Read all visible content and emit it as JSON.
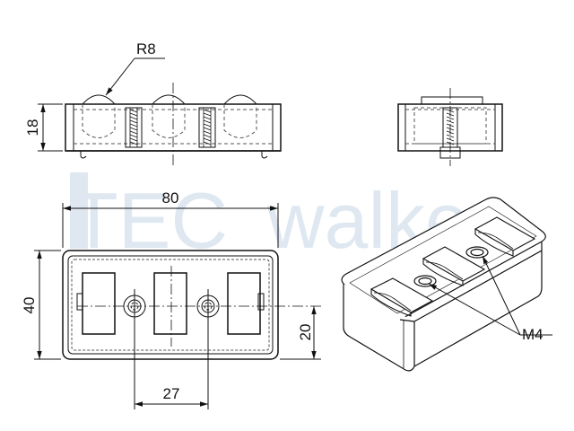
{
  "watermark": {
    "prefix": "TEC",
    "suffix": "walker",
    "color": "#dfe8f1"
  },
  "dimensions": {
    "radius": "R8",
    "height": "18",
    "length": "80",
    "width": "40",
    "offset": "20",
    "spacing": "27",
    "thread": "M4"
  },
  "colors": {
    "line": "#111111",
    "dash": "#555555",
    "background": "#ffffff"
  }
}
